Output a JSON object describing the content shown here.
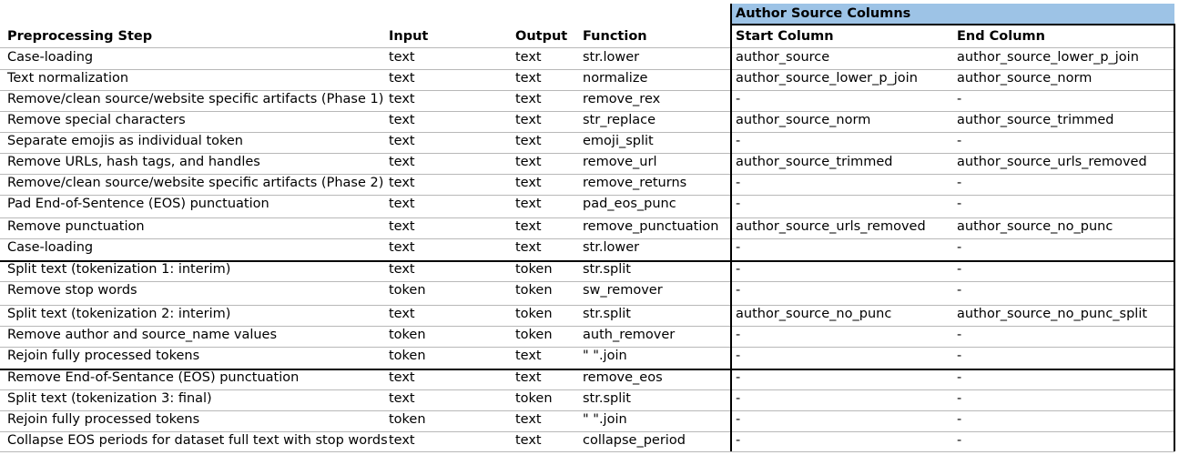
{
  "group_header": "Author Source Columns",
  "headers": [
    "Preprocessing Step",
    "Input",
    "Output",
    "Function",
    "Start Column",
    "End Column"
  ],
  "rows": [
    [
      "Case-loading",
      "text",
      "text",
      "str.lower",
      "author_source",
      "author_source_lower_p_join"
    ],
    [
      "Text normalization",
      "text",
      "text",
      "normalize",
      "author_source_lower_p_join",
      "author_source_norm"
    ],
    [
      "Remove/clean source/website specific artifacts (Phase 1)",
      "text",
      "text",
      "remove_rex",
      "-",
      "-"
    ],
    [
      "Remove special characters",
      "text",
      "text",
      "str_replace",
      "author_source_norm",
      "author_source_trimmed"
    ],
    [
      "Separate emojis as individual token",
      "text",
      "text",
      "emoji_split",
      "-",
      "-"
    ],
    [
      "Remove URLs, hash tags, and handles",
      "text",
      "text",
      "remove_url",
      "author_source_trimmed",
      "author_source_urls_removed"
    ],
    [
      "Remove/clean source/website specific artifacts (Phase 2)",
      "text",
      "text",
      "remove_returns",
      "-",
      "-"
    ],
    [
      "Pad End-of-Sentence (EOS) punctuation",
      "text",
      "text",
      "pad_eos_punc",
      "-",
      "-"
    ],
    [
      "Remove punctuation",
      "text",
      "text",
      "remove_punctuation",
      "author_source_urls_removed",
      "author_source_no_punc"
    ],
    [
      "Case-loading",
      "text",
      "text",
      "str.lower",
      "-",
      "-"
    ],
    [
      "Split text (tokenization 1: interim)",
      "text",
      "token",
      "str.split",
      "-",
      "-"
    ],
    [
      "Remove stop words",
      "token",
      "token",
      "sw_remover",
      "-",
      "-"
    ],
    [
      "Split text (tokenization 2: interim)",
      "text",
      "token",
      "str.split",
      "author_source_no_punc",
      "author_source_no_punc_split"
    ],
    [
      "Remove author and source_name values",
      "token",
      "token",
      "auth_remover",
      "-",
      "-"
    ],
    [
      "Rejoin fully processed tokens",
      "token",
      "text",
      "\" \".join",
      "-",
      "-"
    ],
    [
      "Remove End-of-Sentance (EOS) punctuation",
      "text",
      "text",
      "remove_eos",
      "-",
      "-"
    ],
    [
      "Split text (tokenization 3: final)",
      "text",
      "token",
      "str.split",
      "-",
      "-"
    ],
    [
      "Rejoin fully processed tokens",
      "token",
      "text",
      "\" \".join",
      "-",
      "-"
    ],
    [
      "Collapse EOS periods for dataset full text with stop words",
      "text",
      "text",
      "collapse_period",
      "-",
      "-"
    ]
  ]
}
